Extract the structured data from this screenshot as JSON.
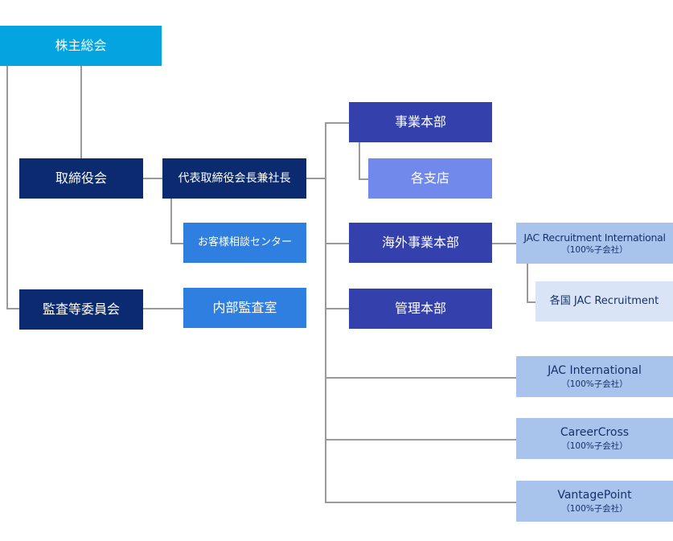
{
  "nodes": {
    "shareholders": "株主総会",
    "board": "取締役会",
    "ceo": "代表取締役会長兼社長",
    "customer_center": "お客様相談センター",
    "audit_committee": "監査等委員会",
    "internal_audit": "内部監査室",
    "business_hq": "事業本部",
    "branches": "各支店",
    "overseas_hq": "海外事業本部",
    "admin_hq": "管理本部",
    "jac_recruitment_intl": "JAC Recruitment International",
    "jac_recruitment_intl_sub": "（100%子会社）",
    "local_jac": "各国 JAC Recruitment",
    "jac_intl": "JAC International",
    "jac_intl_sub": "（100%子会社）",
    "careercross": "CareerCross",
    "careercross_sub": "（100%子会社）",
    "vantagepoint": "VantagePoint",
    "vantagepoint_sub": "（100%子会社）"
  },
  "colors": {
    "sky": "#04a4e0",
    "navy": "#0b2a6f",
    "blue": "#2e7fe0",
    "indigo": "#3440ac",
    "lavender": "#7289ec",
    "pale": "#a9c4ec",
    "paler": "#d9e5f6",
    "line": "#9a9a9a"
  }
}
